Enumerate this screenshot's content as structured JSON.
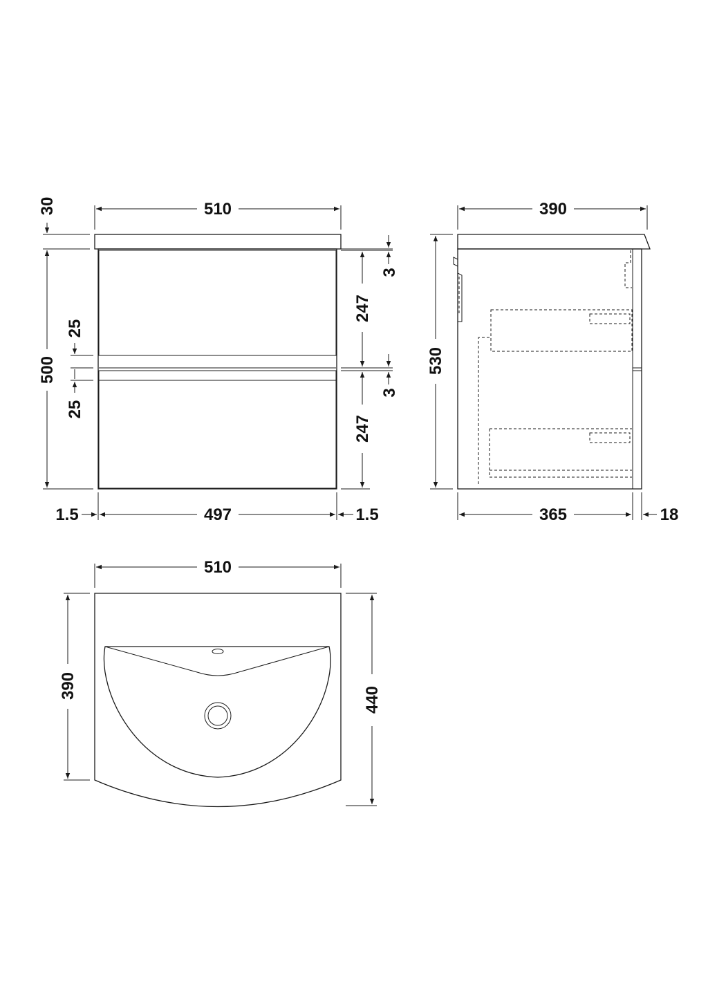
{
  "front_view": {
    "overall_width": "510",
    "top_thickness": "30",
    "body_height": "500",
    "upper_gap": "25",
    "lower_gap": "25",
    "top_reveal": "3",
    "mid_reveal": "3",
    "upper_drawer_height": "247",
    "lower_drawer_height": "247",
    "left_side": "1.5",
    "drawer_width": "497",
    "right_side": "1.5"
  },
  "side_view": {
    "overall_depth": "390",
    "overall_height": "530",
    "carcass_depth": "365",
    "front_thickness": "18"
  },
  "plan_view": {
    "overall_width": "510",
    "side_depth": "390",
    "centre_depth": "440"
  },
  "colors": {
    "line": "#1a1a1a",
    "background": "#ffffff"
  }
}
